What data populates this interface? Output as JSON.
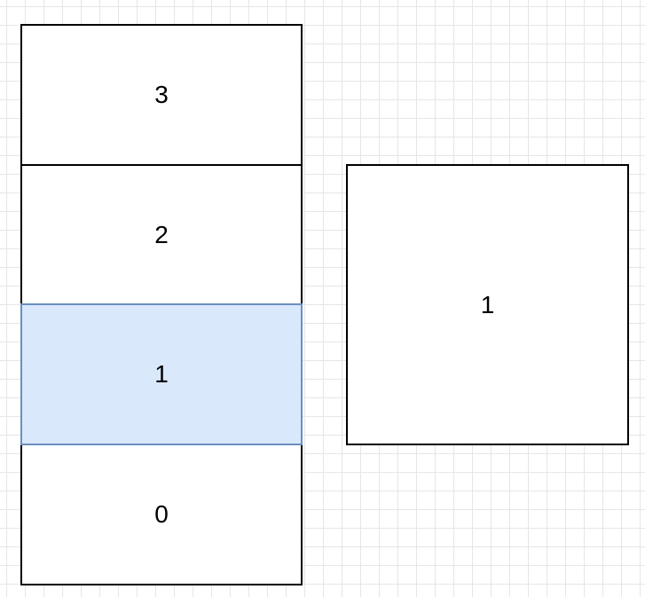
{
  "stack": {
    "cells": [
      {
        "label": "3",
        "highlighted": false
      },
      {
        "label": "2",
        "highlighted": false
      },
      {
        "label": "1",
        "highlighted": true
      },
      {
        "label": "0",
        "highlighted": false
      }
    ]
  },
  "side_box": {
    "label": "1"
  },
  "colors": {
    "border": "#000000",
    "highlight_fill": "#dae8fc",
    "highlight_border": "#6c8ebf",
    "grid": "#e6e6e6"
  }
}
